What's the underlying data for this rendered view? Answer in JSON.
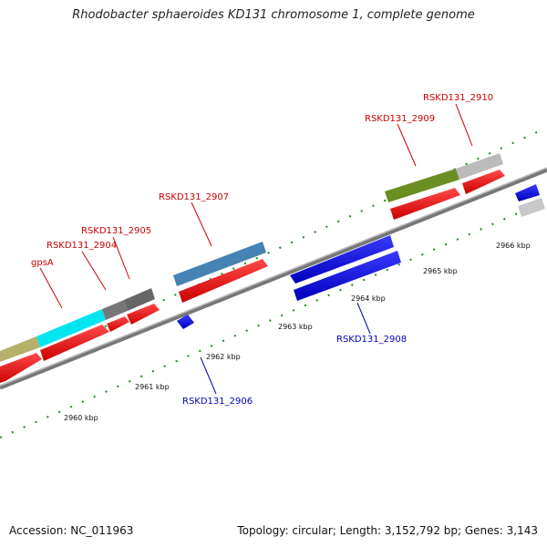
{
  "title": "Rhodobacter sphaeroides KD131 chromosome 1, complete genome",
  "footer": {
    "accession": "Accession: NC_011963",
    "stats": "Topology: circular; Length: 3,152,792 bp; Genes: 3,143"
  },
  "colors": {
    "cds_red": "#ee0000",
    "forward_label": "#cc0000",
    "reverse_label": "#0000bb",
    "reverse_cds": "#0000ee",
    "tick": "#1a8a1a",
    "backbone": "#777777"
  },
  "scale_labels": [
    "2960 kbp",
    "2961 kbp",
    "2962 kbp",
    "2963 kbp",
    "2964 kbp",
    "2965 kbp",
    "2966 kbp"
  ],
  "gene_labels": {
    "gpsA": "gpsA",
    "g2904": "RSKD131_2904",
    "g2905": "RSKD131_2905",
    "g2906": "RSKD131_2906",
    "g2907": "RSKD131_2907",
    "g2908": "RSKD131_2908",
    "g2909": "RSKD131_2909",
    "g2910": "RSKD131_2910"
  }
}
